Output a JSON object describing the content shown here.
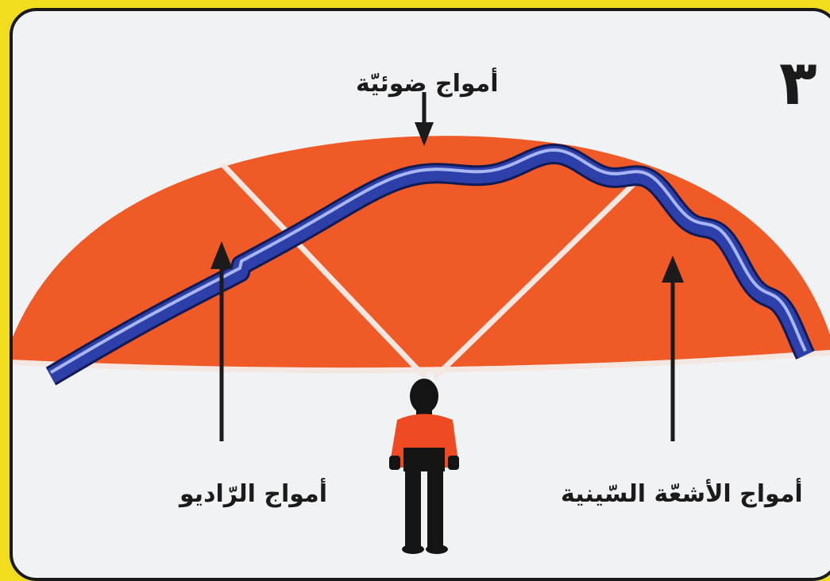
{
  "figure": {
    "number": "٣"
  },
  "labels": {
    "light_waves": "أمواج ضوئيّة",
    "radio_waves": "أمواج الرّاديو",
    "x_rays": "أمواج الأشعّة السّينية"
  },
  "colors": {
    "background_frame": "#f2dc1e",
    "panel": "#f1f2f4",
    "dome": "#ef5a26",
    "wave": "#2d3fa8",
    "person_shirt": "#ee4a24",
    "person_body": "#141414"
  },
  "icons": {
    "arrow": "arrow-icon",
    "person": "person-icon"
  }
}
